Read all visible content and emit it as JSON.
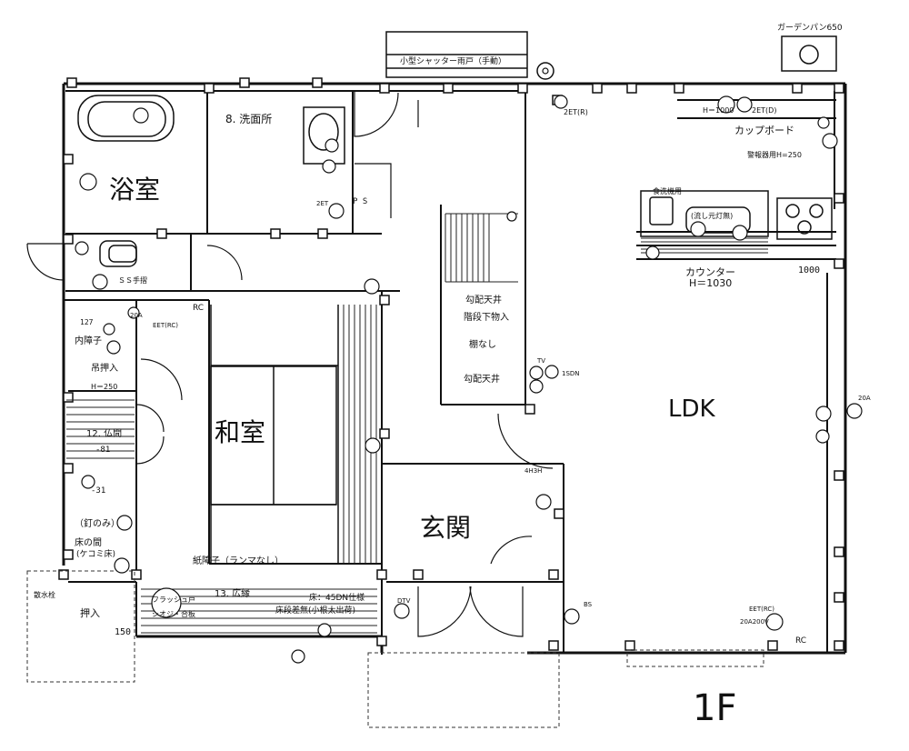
{
  "floor_label": "1F",
  "rooms": {
    "bath": "浴室",
    "washroom": "8. 洗面所",
    "japanese_room": "和室",
    "entrance": "玄関",
    "ldk": "LDK"
  },
  "annotations": {
    "shutter": "小型シャッター雨戸（手動）",
    "garden_pan": "ガーデンパン650",
    "cupboard": "カップボード",
    "breaker": "警報器用H=250",
    "dishwasher": "食洗機用",
    "sink": "(流し元灯無)",
    "counter": "カウンター",
    "counter_h": "H＝1030",
    "dim_1000": "1000",
    "h1000": "H＝1000",
    "et_r": "2ET(R)",
    "et_d": "2ET(D)",
    "sloped_1": "勾配天井",
    "storage_1": "階段下物入",
    "storage_2": "棚なし",
    "sloped_2": "勾配天井",
    "ss": "ＳＳ手摺",
    "uchishoji": "内障子",
    "tsuri": "吊押入",
    "h250": "H＝250",
    "butsuma": "12. 仏間",
    "b81": "-81",
    "b31": "-31",
    "kugi": "（釘のみ）",
    "tokonoma_1": "床の間",
    "tokonoma_2": "(ケコミ床)",
    "oshiire": "押入",
    "sansui": "散水栓",
    "d150": "150",
    "kamishoji": "紙障子（ランマなし）",
    "hiroen": "13. 広縁",
    "floor_spec": "床：45DN仕様",
    "floor_step": "床段差無(小根太出荷)",
    "fusuma_1": "フラッシュ戸",
    "fusuma_2": "シオジ・合板",
    "rc_1": "RC",
    "rc_2": "RC",
    "tv": "TV",
    "sdn": "1SDN",
    "h4": "4H3H",
    "a20": "20A",
    "eet_rc": "EET(RC)",
    "a200": "20A200V",
    "d127": "127",
    "ps": "P S",
    "dtv": "DTV",
    "bs": "BS",
    "eet2": "EET(RC)",
    "a20b": "20A",
    "e2et": "2ET"
  }
}
